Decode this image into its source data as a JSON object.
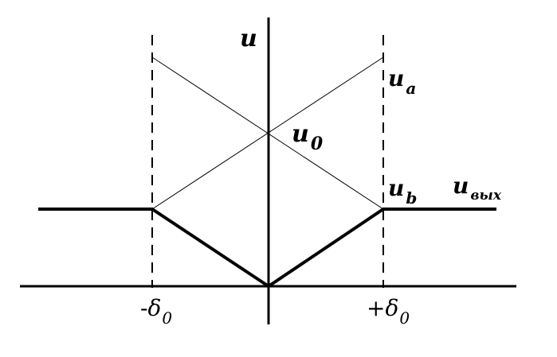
{
  "labels": {
    "u_axis": {
      "base": "u"
    },
    "u_a": {
      "base": "u",
      "sub": "a"
    },
    "u_0": {
      "base": "u",
      "sub": "0"
    },
    "u_b": {
      "base": "u",
      "sub": "b"
    },
    "u_out": {
      "base": "u",
      "sub": "вых"
    },
    "minus_delta": {
      "sign": "-",
      "base": "δ",
      "sub": "0"
    },
    "plus_delta": {
      "sign": "+",
      "base": "δ",
      "sub": "0"
    }
  },
  "colors": {
    "ink": "#000000",
    "background": "#ffffff"
  }
}
